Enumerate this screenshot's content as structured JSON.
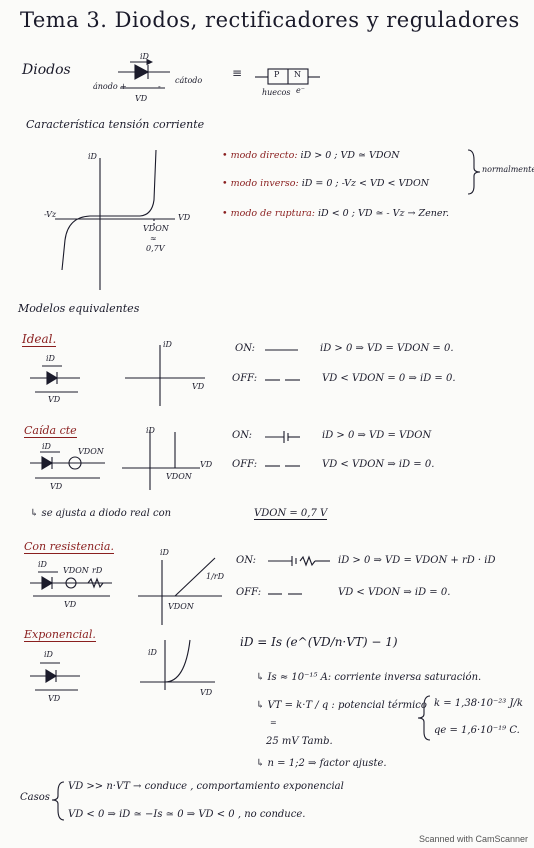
{
  "title": "Tema 3. Diodos, rectificadores y reguladores",
  "diodos": {
    "heading": "Diodos",
    "anodo": "ánodo",
    "catodo": "cátodo",
    "id": "iD",
    "vd": "VD",
    "plus": "+",
    "minus": "-",
    "equiv": "≡",
    "p": "P",
    "n": "N",
    "huecos": "huecos",
    "electron": "e⁻"
  },
  "caracteristica": {
    "heading": "Característica tensión corriente",
    "axis_i": "iD",
    "axis_v": "VD",
    "vz": "-Vz",
    "vdon": "VDON",
    "approx": "≈",
    "val": "0,7V",
    "modes": [
      {
        "label": "modo directo:",
        "text": "iD > 0  ;  VD ≃ VDON"
      },
      {
        "label": "modo inverso:",
        "text": "iD = 0  ;  -Vz < VD < VDON"
      },
      {
        "label": "modo de ruptura:",
        "text": "iD < 0  ;  VD ≃ - Vz → Zener."
      }
    ],
    "note": "normalmente"
  },
  "modelos": {
    "heading": "Modelos equivalentes",
    "ideal": {
      "name": "Ideal.",
      "id": "iD",
      "vd": "VD",
      "gi": "iD",
      "gv": "VD",
      "on": "ON:",
      "on_eq": "iD > 0  ⇒  VD = VDON = 0.",
      "off": "OFF:",
      "off_eq": "VD < VDON = 0  ⇒  iD = 0."
    },
    "caida": {
      "name": "Caída cte",
      "id": "iD",
      "vd": "VD",
      "vdon": "VDON",
      "gi": "iD",
      "gv": "VD",
      "gvdon": "VDON",
      "on": "ON:",
      "on_eq": "iD > 0  ⇒  VD = VDON",
      "off": "OFF:",
      "off_eq": "VD < VDON  ⇒  iD = 0.",
      "ajusta": "↳  se ajusta a diodo real con",
      "ajusta_val": "VDON = 0,7 V"
    },
    "resistencia": {
      "name": "Con resistencia.",
      "id": "iD",
      "vdon": "VDON",
      "rd": "rD",
      "vd": "VD",
      "gi": "iD",
      "gvdon": "VDON",
      "slope": "1/rD",
      "on": "ON:",
      "on_eq": "iD > 0  ⇒  VD = VDON + rD · iD",
      "off": "OFF:",
      "off_eq": "VD < VDON  ⇒  iD = 0."
    },
    "exponencial": {
      "name": "Exponencial.",
      "id": "iD",
      "vd": "VD",
      "gi": "iD",
      "gv": "VD",
      "eq": "iD = Is (e^(VD/n·VT) − 1)",
      "is": "↳  Is ≈ 10⁻¹⁵ A: corriente inversa saturación.",
      "vt": "↳  VT = k·T / q : potencial térmico",
      "k": "k = 1,38·10⁻²³ J/k",
      "qe": "qe = 1,6·10⁻¹⁹ C.",
      "eqsign": "=",
      "vt_val": "25 mV Tamb.",
      "n": "↳  n = 1;2  ⇒  factor ajuste."
    }
  },
  "casos": {
    "label": "Casos",
    "line1": "VD >> n·VT  → conduce , comportamiento exponencial",
    "line2": "VD < 0  ⇒  iD ≃ −Is ≃ 0  ⇒  VD < 0 , no conduce."
  },
  "footer": "Scanned with CamScanner"
}
